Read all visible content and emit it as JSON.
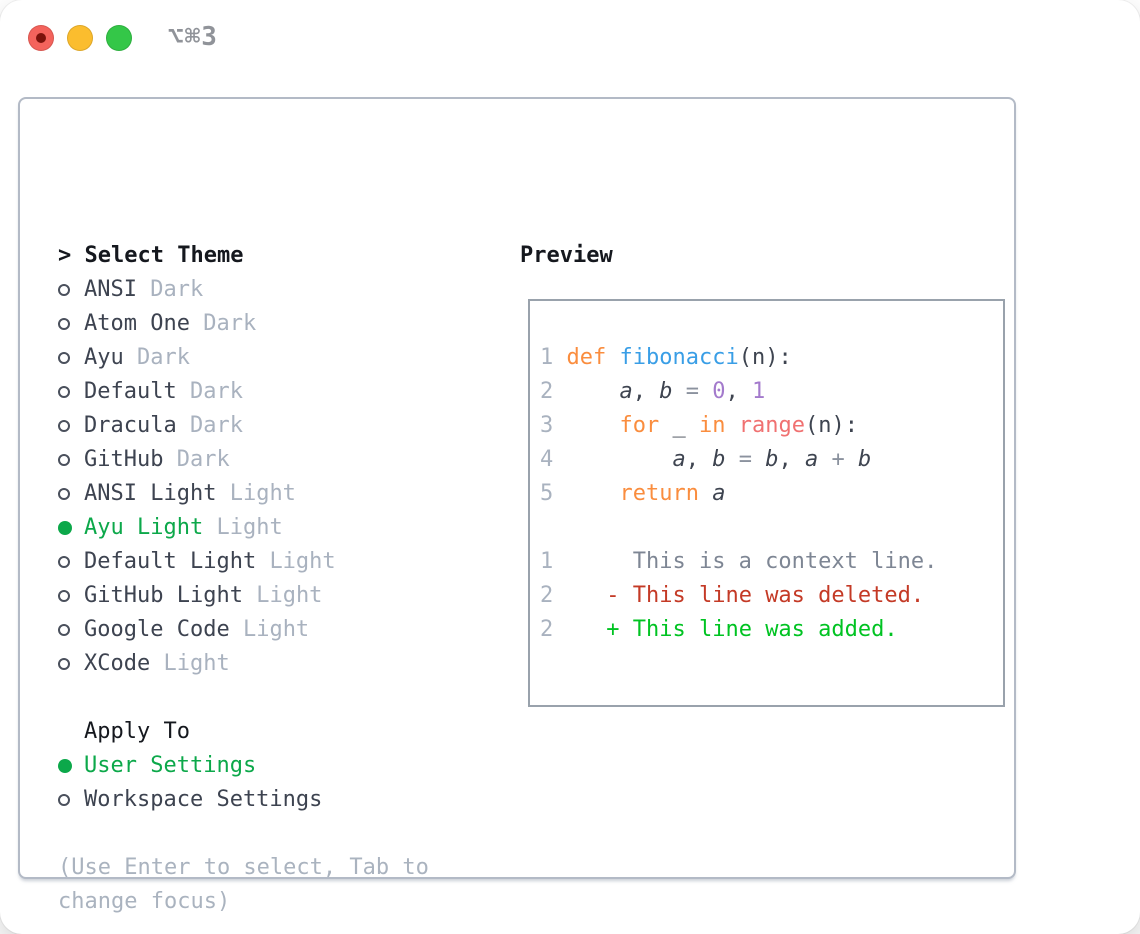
{
  "window": {
    "title": "⌥⌘3"
  },
  "colors": {
    "selected_green": "#0ca84a",
    "added_green": "#00c322",
    "deleted_red": "#c43a26",
    "keyword_orange": "#fa8d3e",
    "function_blue": "#399ee6",
    "number_purple": "#a37acc",
    "builtin_coral": "#f07171",
    "tag_gray": "#a9b2bf",
    "hint_gray": "#aab3bf",
    "traffic_red": "#f4635c",
    "traffic_yellow": "#fbbd2e",
    "traffic_green": "#34c748"
  },
  "icons": {
    "radio_unselected": "circle-outline",
    "radio_selected": "circle-filled"
  },
  "left": {
    "prompt": ">",
    "header": "Select Theme",
    "themes": [
      {
        "name": "ANSI",
        "tag": "Dark",
        "selected": false
      },
      {
        "name": "Atom One",
        "tag": "Dark",
        "selected": false
      },
      {
        "name": "Ayu",
        "tag": "Dark",
        "selected": false
      },
      {
        "name": "Default",
        "tag": "Dark",
        "selected": false
      },
      {
        "name": "Dracula",
        "tag": "Dark",
        "selected": false
      },
      {
        "name": "GitHub",
        "tag": "Dark",
        "selected": false
      },
      {
        "name": "ANSI Light",
        "tag": "Light",
        "selected": false
      },
      {
        "name": "Ayu Light",
        "tag": "Light",
        "selected": true
      },
      {
        "name": "Default Light",
        "tag": "Light",
        "selected": false
      },
      {
        "name": "GitHub Light",
        "tag": "Light",
        "selected": false
      },
      {
        "name": "Google Code",
        "tag": "Light",
        "selected": false
      },
      {
        "name": "XCode",
        "tag": "Light",
        "selected": false
      }
    ],
    "apply_header": "Apply To",
    "apply_options": [
      {
        "name": "User Settings",
        "selected": true
      },
      {
        "name": "Workspace Settings",
        "selected": false
      }
    ],
    "hint_lines": [
      "(Use Enter to select, Tab to",
      "change focus)"
    ]
  },
  "preview": {
    "header": "Preview",
    "lines": [
      {
        "num": "1",
        "segs": [
          [
            "def",
            "kw"
          ],
          [
            " ",
            "txt"
          ],
          [
            "fibonacci",
            "fn"
          ],
          [
            "(n):",
            "txt"
          ]
        ]
      },
      {
        "num": "2",
        "segs": [
          [
            "    ",
            "txt"
          ],
          [
            "a",
            "var"
          ],
          [
            ", ",
            "txt"
          ],
          [
            "b",
            "var"
          ],
          [
            " ",
            "txt"
          ],
          [
            "=",
            "op"
          ],
          [
            " ",
            "txt"
          ],
          [
            "0",
            "num"
          ],
          [
            ", ",
            "txt"
          ],
          [
            "1",
            "num"
          ]
        ]
      },
      {
        "num": "3",
        "segs": [
          [
            "    ",
            "txt"
          ],
          [
            "for",
            "kw"
          ],
          [
            " _ ",
            "txt"
          ],
          [
            "in",
            "kw"
          ],
          [
            " ",
            "txt"
          ],
          [
            "range",
            "coral"
          ],
          [
            "(n):",
            "txt"
          ]
        ]
      },
      {
        "num": "4",
        "segs": [
          [
            "        ",
            "txt"
          ],
          [
            "a",
            "var"
          ],
          [
            ", ",
            "txt"
          ],
          [
            "b",
            "var"
          ],
          [
            " ",
            "txt"
          ],
          [
            "=",
            "op"
          ],
          [
            " ",
            "txt"
          ],
          [
            "b",
            "var"
          ],
          [
            ", ",
            "txt"
          ],
          [
            "a",
            "var"
          ],
          [
            " ",
            "txt"
          ],
          [
            "+",
            "op"
          ],
          [
            " ",
            "txt"
          ],
          [
            "b",
            "var"
          ]
        ]
      },
      {
        "num": "5",
        "segs": [
          [
            "    ",
            "txt"
          ],
          [
            "return",
            "kw"
          ],
          [
            " ",
            "txt"
          ],
          [
            "a",
            "var"
          ]
        ]
      },
      {
        "num": "",
        "segs": []
      },
      {
        "num": "1",
        "segs": [
          [
            "     This is a context line.",
            "ctx"
          ]
        ]
      },
      {
        "num": "2",
        "segs": [
          [
            "   ",
            "txt"
          ],
          [
            "- This line was deleted.",
            "del"
          ]
        ]
      },
      {
        "num": "2",
        "segs": [
          [
            "   ",
            "txt"
          ],
          [
            "+ This line was added.",
            "add"
          ]
        ]
      }
    ]
  }
}
